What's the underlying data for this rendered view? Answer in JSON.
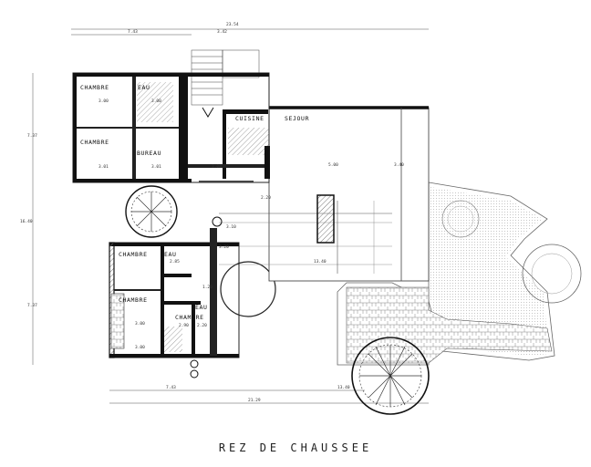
{
  "plan": {
    "title": "REZ DE CHAUSSEE",
    "rooms": {
      "chambre_1": "CHAMBRE",
      "eau_1": "EAU",
      "chambre_2": "CHAMBRE",
      "bureau": "BUREAU",
      "cuisine": "CUISINE",
      "sejour": "SEJOUR",
      "chambre_3": "CHAMBRE",
      "eau_2": "EAU",
      "chambre_4": "CHAMBRE",
      "eau_3": "EAU",
      "chambre_5": "CHAMBRE"
    },
    "dimensions": {
      "top_total": "23.54",
      "top_left": "7.43",
      "top_mid": "3.42",
      "d_chambre_1": "3.00",
      "d_row_a": "3.00",
      "d_row_b": "3.01",
      "d_row_c": "3.01",
      "d_bureau": "3.00",
      "d_sejour": "5.00",
      "d_sejour_2": "3.40",
      "d_mid_1": "3.10",
      "d_mid_2": "2.20",
      "d_hall": "13.40",
      "d_s1": "2.85",
      "d_s2": "3.20",
      "d_s3": "1.20",
      "d_lower_1": "3.00",
      "d_lower_2": "2.90",
      "d_lower_3": "2.20",
      "d_lower_4": "3.00",
      "bottom_left": "7.43",
      "bottom_right": "13.40",
      "bottom_total": "21.29",
      "left_1": "7.37",
      "left_2": "16.40",
      "left_3": "7.37"
    }
  }
}
